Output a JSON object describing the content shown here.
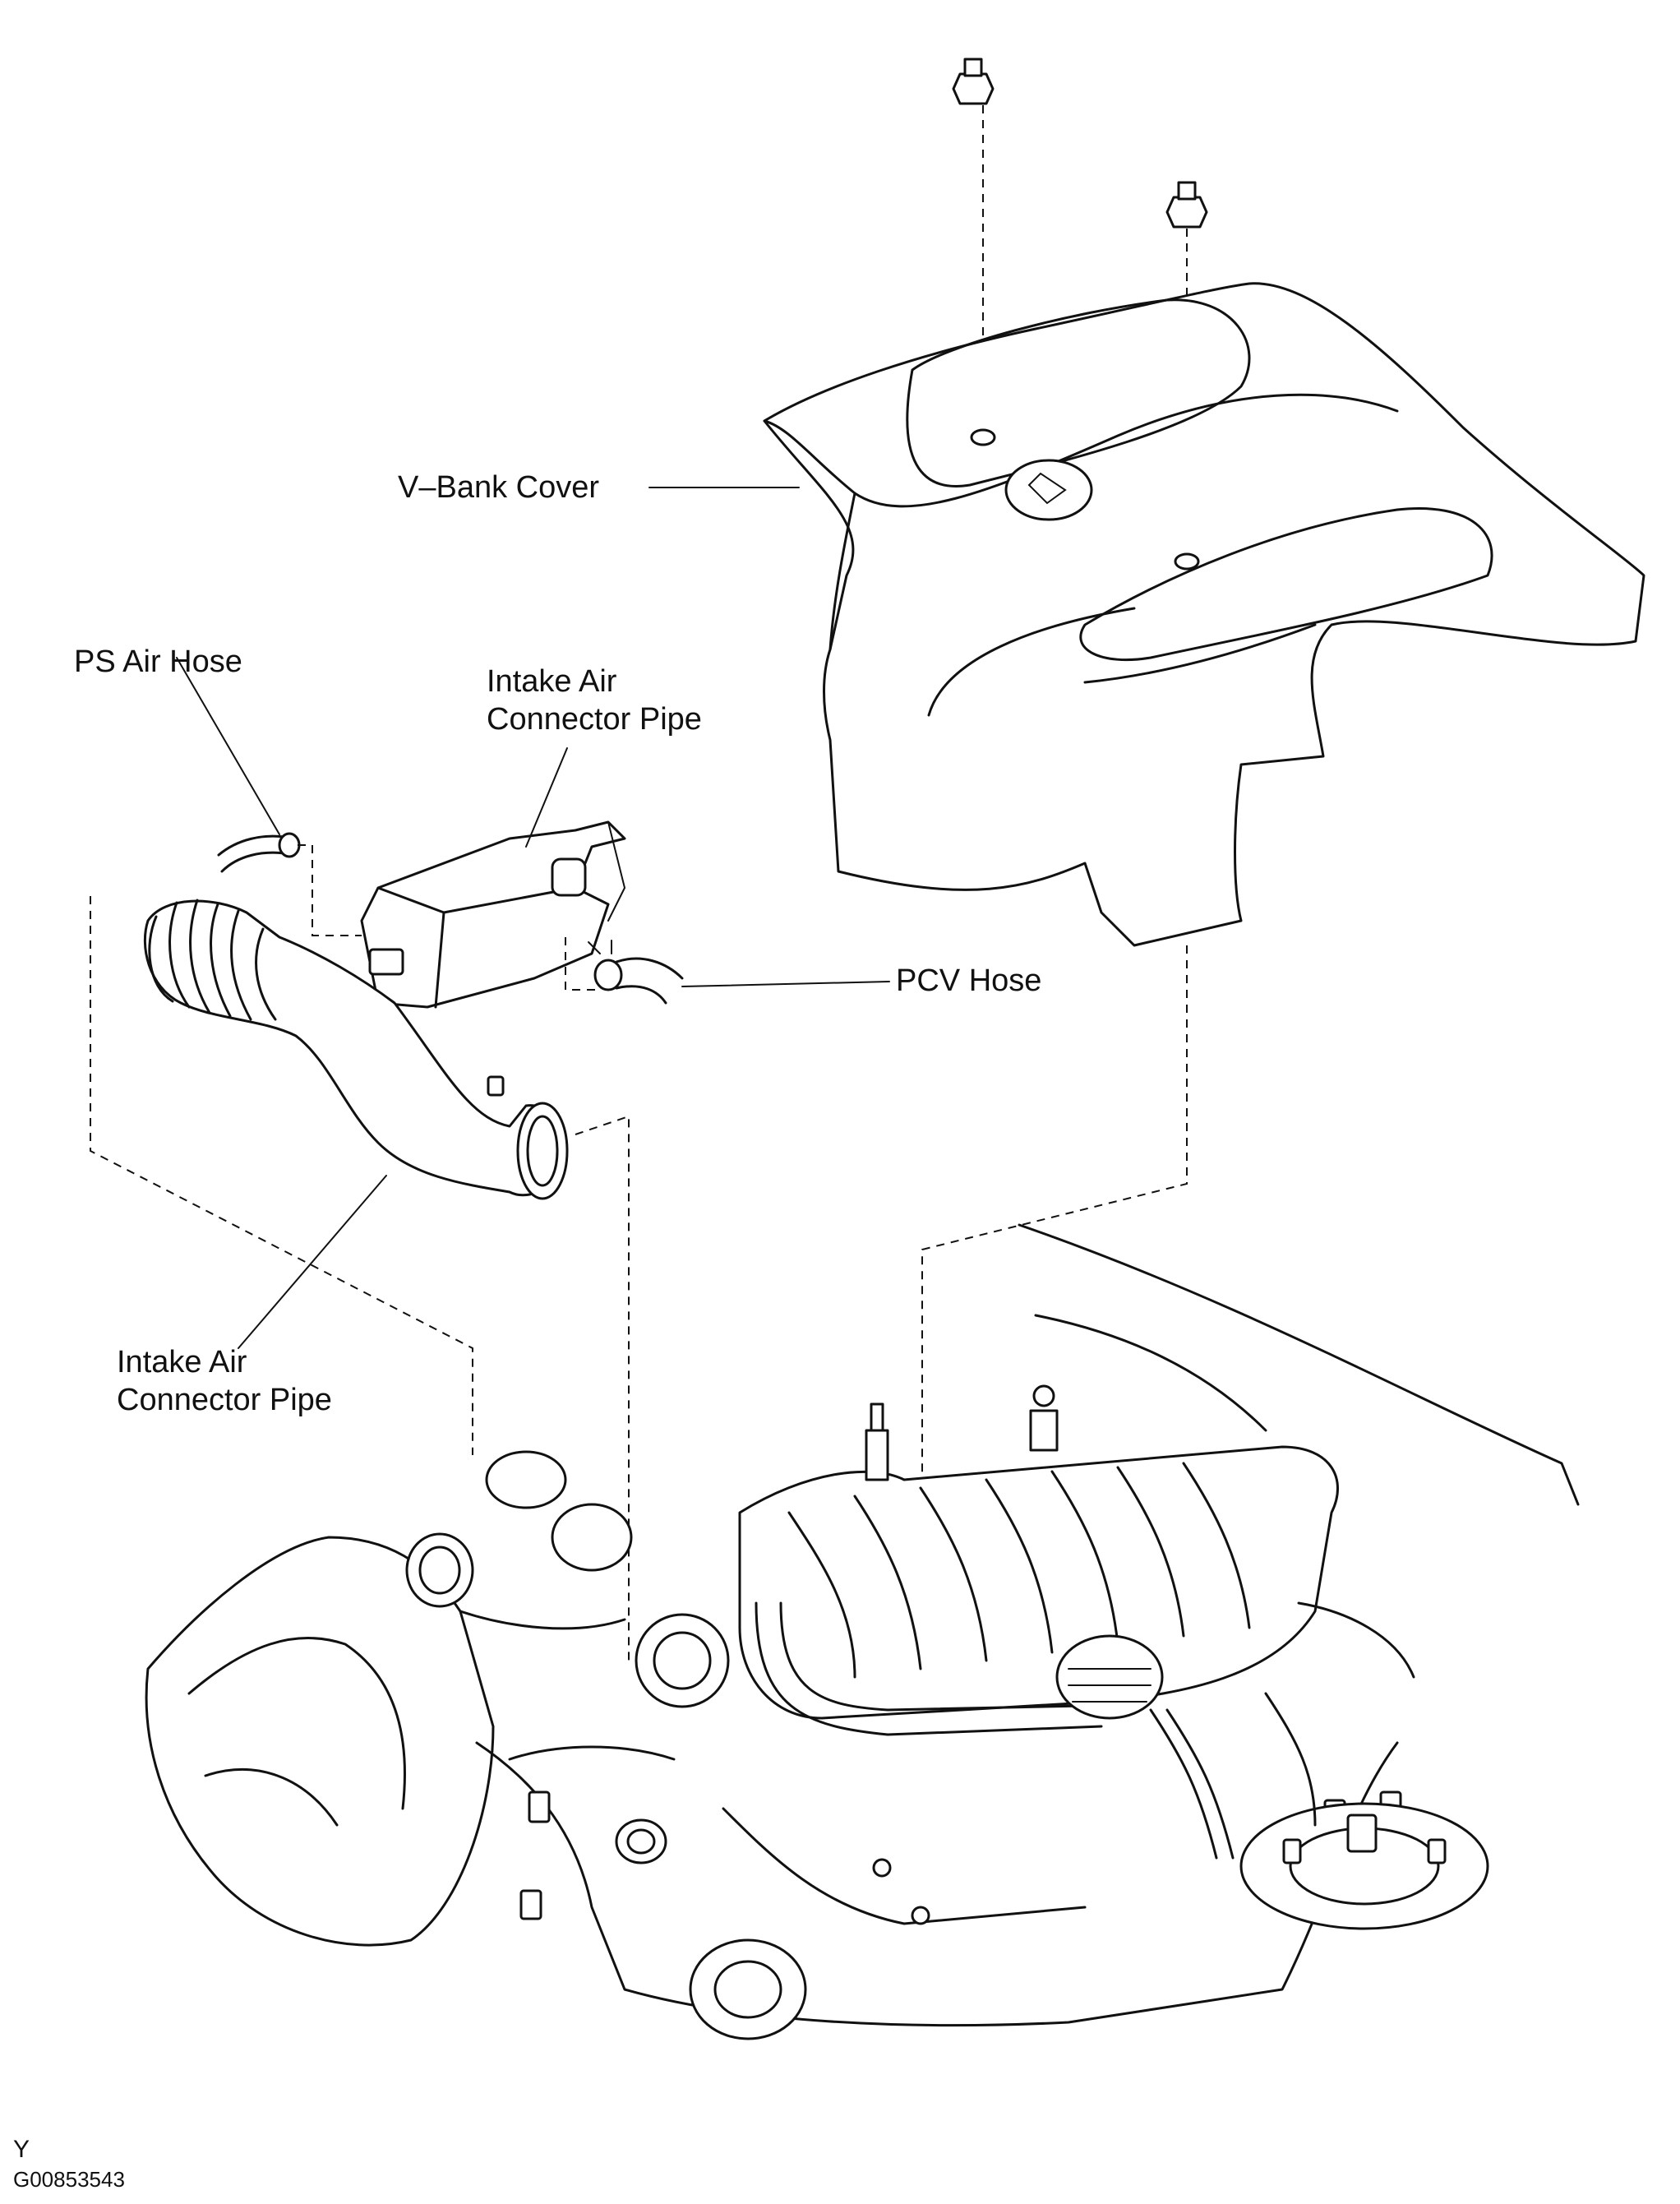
{
  "labels": {
    "v_bank_cover": "V–Bank Cover",
    "ps_air_hose": "PS Air Hose",
    "intake_upper": [
      "Intake Air",
      "Connector Pipe"
    ],
    "pcv_hose": "PCV Hose",
    "intake_lower": [
      "Intake Air",
      "Connector Pipe"
    ]
  },
  "footer": {
    "code_letter": "Y",
    "figure_id": "G00853543"
  }
}
